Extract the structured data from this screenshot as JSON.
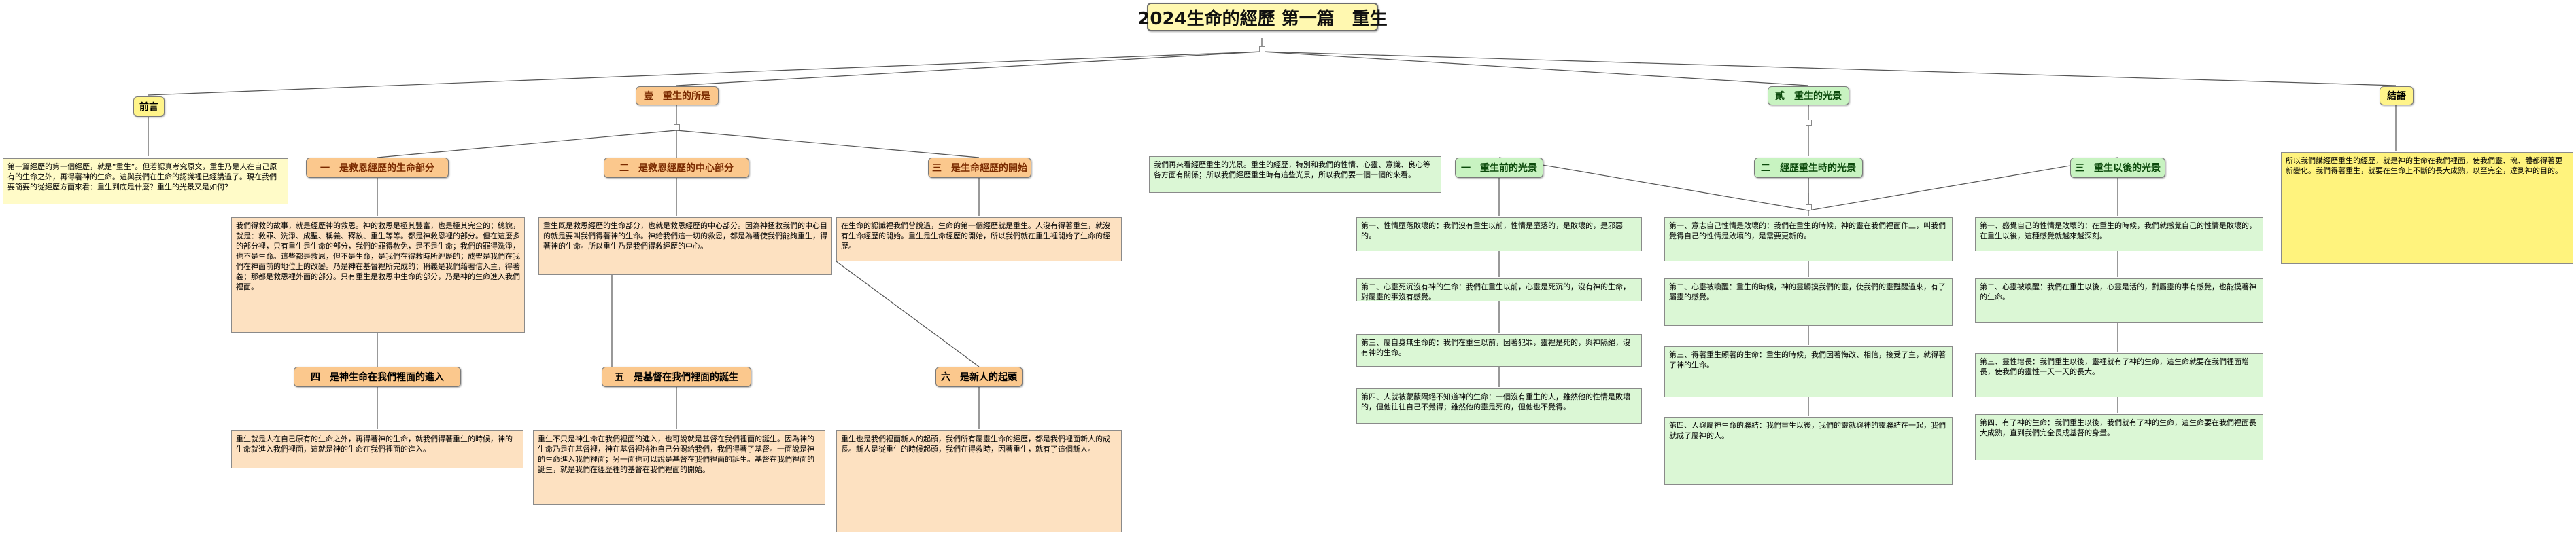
{
  "root": {
    "title": "2024生命的經歷 第一篇　重生"
  },
  "branches": {
    "preface": "前言",
    "first": "壹　重生的所是",
    "second": "貳　重生的光景",
    "epilogue": "結語"
  },
  "first_children": {
    "a": "一　是救恩經歷的生命部分",
    "b": "二　是救恩經歷的中心部分",
    "c": "三　是生命經歷的開始",
    "d": "四　是神生命在我們裡面的進入",
    "e": "五　是基督在我們裡面的誕生",
    "f": "六　是新人的起頭"
  },
  "second_children": {
    "a": "一　重生前的光景",
    "b": "二　經歷重生時的光景",
    "c": "三　重生以後的光景"
  },
  "notes": {
    "preface": "第一篇經歷的第一個經歷，就是“重生”。但若認真考究原文，重生乃是人在自己原有的生命之外，再得著神的生命。這與我們在生命的認識裡已經講過了。現在我們要簡要的從經歷方面來看：重生到底是什麼？重生的光景又是如何？",
    "first_a": "我們得救的故事，就是經歷神的救恩。神的救恩是極其豐富，也是極其完全的；總說，就是：救罪、洗淨、成聖、稱義、釋放、重生等等。都是神救恩裡的部分。但在這麼多的部分裡，只有重生是生命的部分，我們的罪得赦免，是不是生命；我們的罪得洗淨，也不是生命。這些都是救恩，但不是生命，是我們在得救時所經歷的；成聖是我們在我們在神面前的地位上的改變。乃是神在基督裡所完成的；稱義是我們藉著信入主，得著義；那都是救恩裡外面的部分。只有重生是救恩中生命的部分，乃是神的生命進入我們裡面。",
    "first_b": "重生既是救恩經歷的生命部分，也就是救恩經歷的中心部分。因為神拯救我們的中心目的就是要叫我們得著神的生命。神給我們這一切的救恩，都是為著使我們能夠重生，得著神的生命。所以重生乃是我們得救經歷的中心。",
    "first_c": "在生命的認識裡我們曾說過，生命的第一個經歷就是重生。人沒有得著重生，就沒有生命經歷的開始。重生是生命經歷的開始，所以我們就在重生裡開始了生命的經歷。",
    "first_d": "重生就是人在自己原有的生命之外，再得著神的生命，就我們得著重生的時候，神的生命就進入我們裡面，這就是神的生命在我們裡面的進入。",
    "first_e": "重生不只是神生命在我們裡面的進入，也可說就是基督在我們裡面的誕生。因為神的生命乃是在基督裡，神在基督裡將祂自己分賜給我們，我們得著了基督。一面說是神的生命進入我們裡面；另一面也可以說是基督在我們裡面的誕生。基督在我們裡面的誕生，就是我們在經歷裡的基督在我們裡面的開始。",
    "first_f": "重生也是我們裡面新人的起頭，我們所有屬靈生命的經歷，都是我們裡面新人的成長。新人是從重生的時候起頭，我們在得救時，因著重生，就有了這個新人。",
    "second_intro": "我們再來看經歷重生的光景。重生的經歷，特別和我們的性情、心靈、意識、良心等各方面有關係；所以我們經歷重生時有這些光景，所以我們要一個一個的來看。",
    "second_a1": "第一、性情墮落敗壞的：我們沒有重生以前，性情是墮落的，是敗壞的，是邪惡的。",
    "second_a2": "第二、心靈死沉沒有神的生命：我們在重生以前，心靈是死沉的，沒有神的生命，對屬靈的事沒有感覺。",
    "second_a3": "第三、屬自身無生命的：我們在重生以前，因著犯罪，靈裡是死的，與神隔絕，沒有神的生命。",
    "second_a4": "第四、人就被蒙蔽隔絕不知道神的生命：一個沒有重生的人，雖然他的性情是敗壞的，但他往往自己不覺得；雖然他的靈是死的，但他也不覺得。",
    "second_b1": "第一、意志自己性情是敗壞的：我們在重生的時候，神的靈在我們裡面作工，叫我們覺得自己的性情是敗壞的，是需要更新的。",
    "second_b2": "第二、心靈被喚醒：重生的時候，神的靈觸摸我們的靈，使我們的靈甦醒過來，有了屬靈的感覺。",
    "second_b3": "第三、得著重生顯著的生命：重生的時候，我們因著悔改、相信，接受了主，就得著了神的生命。",
    "second_b4": "第四、人與屬神生命的聯結：我們重生以後，我們的靈就與神的靈聯結在一起，我們就成了屬神的人。",
    "second_c1": "第一、感覺自己的性情是敗壞的：在重生的時候，我們就感覺自己的性情是敗壞的，在重生以後，這種感覺就越來越深刻。",
    "second_c2": "第二、心靈被喚醒：我們在重生以後，心靈是活的，對屬靈的事有感覺，也能摸著神的生命。",
    "second_c3": "第三、靈性增長：我們重生以後，靈裡就有了神的生命，這生命就要在我們裡面增長，使我們的靈性一天一天的長大。",
    "second_c4": "第四、有了神的生命：我們重生以後，我們就有了神的生命，這生命要在我們裡面長大成熟，直到我們完全長成基督的身量。",
    "epilogue": "所以我們講經歷重生的經歷，就是神的生命在我們裡面，使我們靈、魂、體都得著更新變化。我們得著重生，就要在生命上不斷的長大成熟，以至完全，達到神的目的。"
  }
}
